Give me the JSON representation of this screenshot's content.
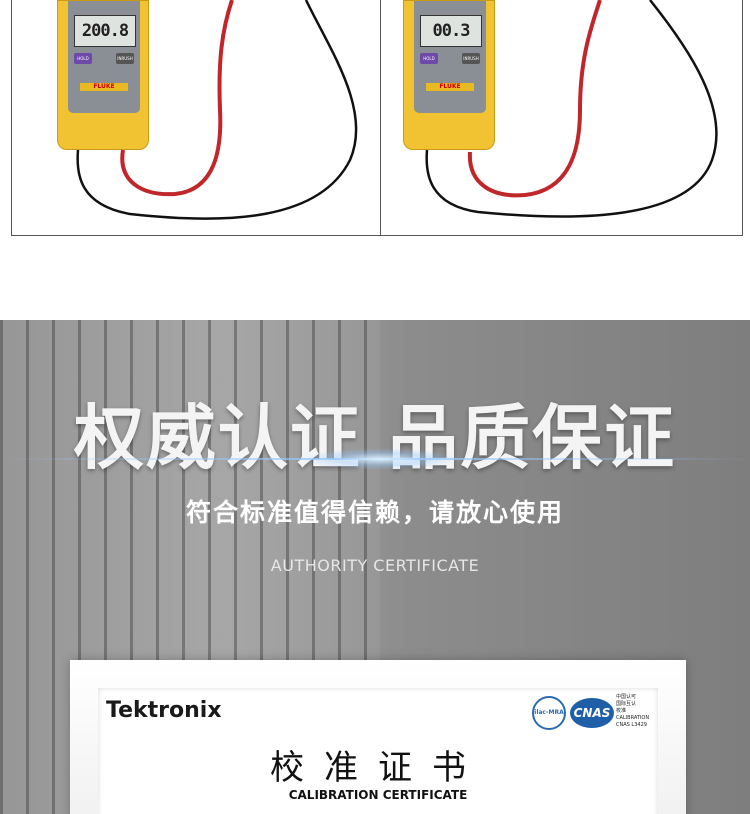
{
  "diagram": {
    "left_meter": {
      "reading": "200.8",
      "hold_label": "HOLD",
      "inrush_label": "INRUSH",
      "brand": "FLUKE"
    },
    "right_meter": {
      "reading": "00.3",
      "hold_label": "HOLD",
      "inrush_label": "INRUSH",
      "brand": "FLUKE"
    }
  },
  "banner": {
    "title": "权威认证  品质保证",
    "subtitle": "符合标准值得信赖，请放心使用",
    "subtitle_en": "AUTHORITY CERTIFICATE"
  },
  "certificate": {
    "company": "Tektronix",
    "ilac_label": "ilac-MRA",
    "cnas_label": "CNAS",
    "cnas_lines": [
      "中国认可",
      "国际互认",
      "校准",
      "CALIBRATION",
      "CNAS L3429"
    ],
    "title_cn": "校准证书",
    "title_en": "CALIBRATION CERTIFICATE"
  }
}
